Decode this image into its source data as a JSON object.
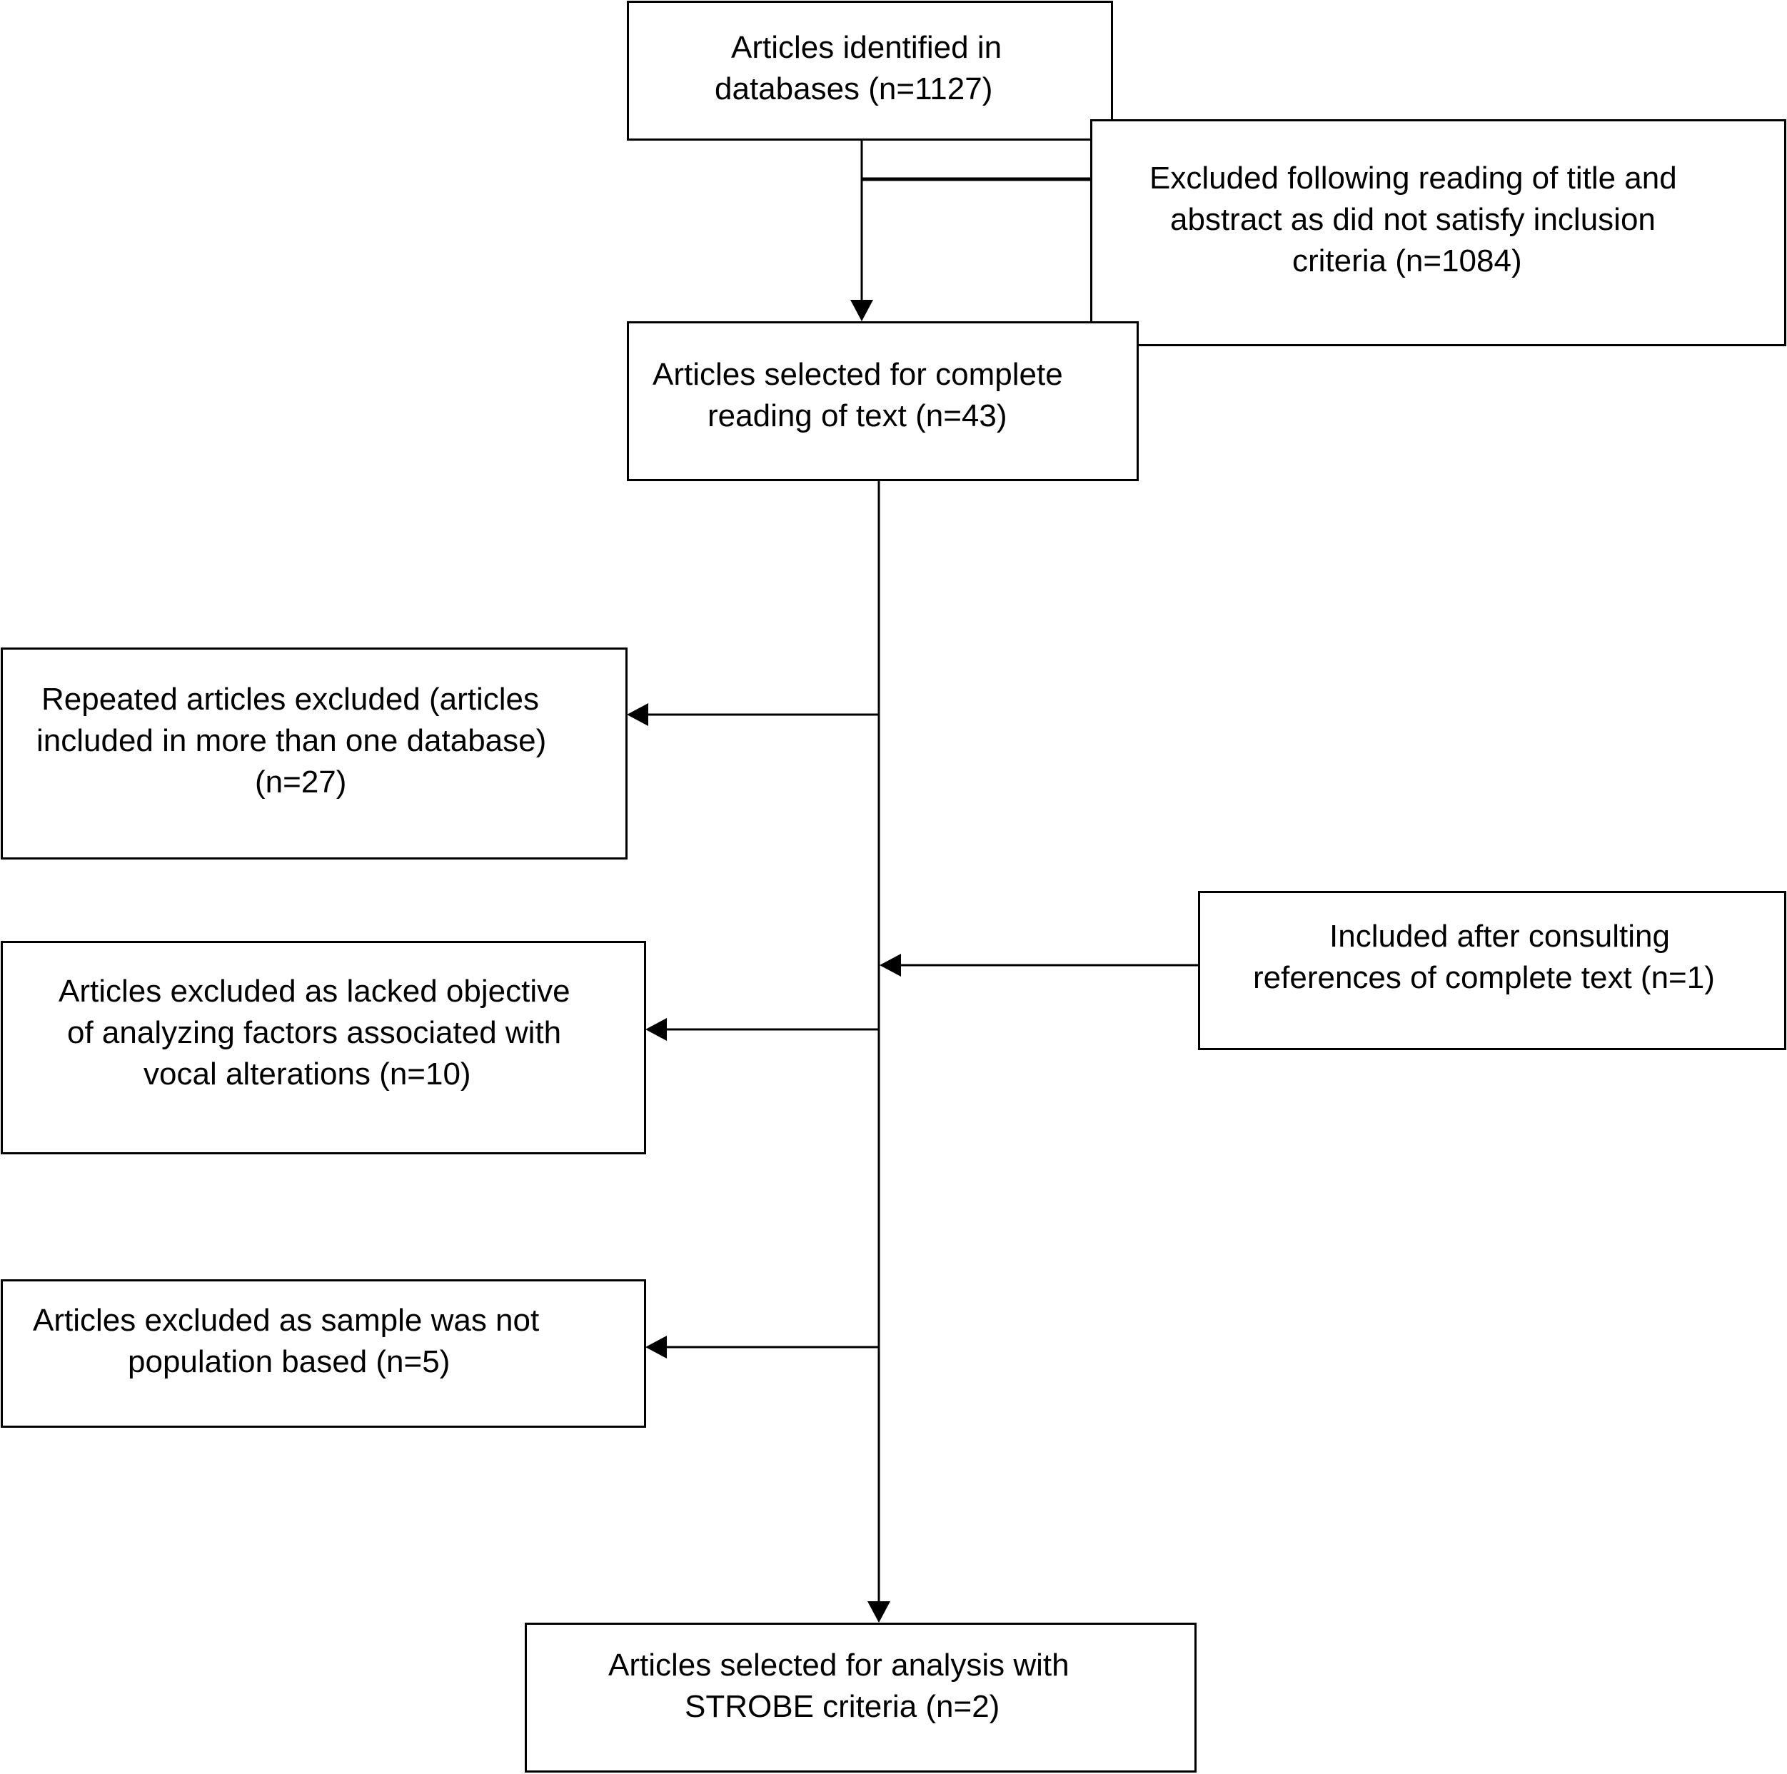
{
  "boxes": {
    "identified": {
      "lines": [
        "Articles identified in",
        "databases (n=1127)"
      ]
    },
    "excluded_title_abstract": {
      "lines": [
        "Excluded following reading of title and",
        "abstract as did not satisfy inclusion",
        "criteria (n=1084)"
      ]
    },
    "selected_complete_reading": {
      "lines": [
        "Articles selected for complete",
        "reading of text (n=43)"
      ]
    },
    "repeated_excluded": {
      "lines": [
        "Repeated articles excluded (articles",
        "included in more than one database)",
        "(n=27)"
      ]
    },
    "included_references": {
      "lines": [
        "Included after consulting",
        "references of complete text (n=1)"
      ]
    },
    "excluded_objective": {
      "lines": [
        "Articles excluded as lacked objective",
        "of analyzing factors associated with",
        "vocal alterations (n=10)"
      ]
    },
    "excluded_sample": {
      "lines": [
        "Articles excluded as sample was not",
        "population based (n=5)"
      ]
    },
    "selected_analysis": {
      "lines": [
        "Articles selected for analysis with",
        "STROBE criteria (n=2)"
      ]
    }
  }
}
